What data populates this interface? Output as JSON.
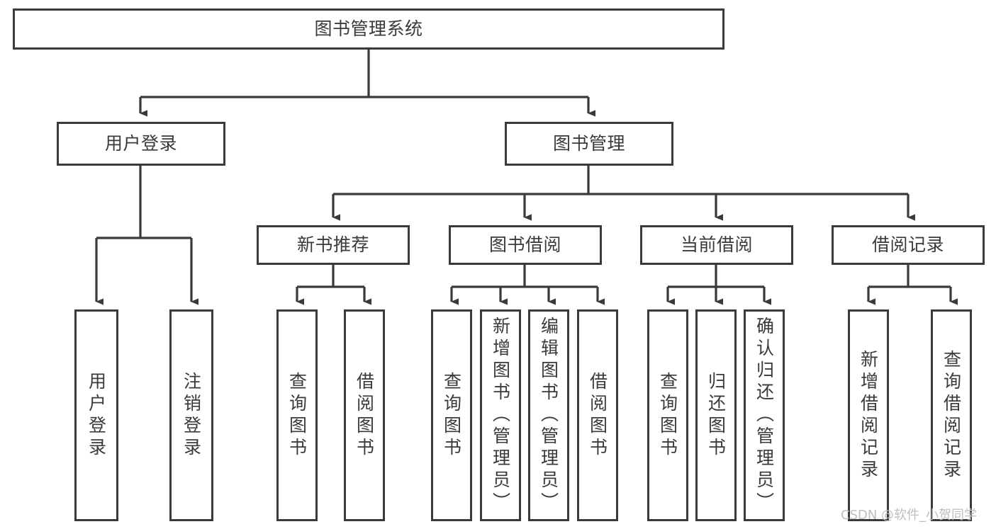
{
  "diagram": {
    "title": "图书管理系统",
    "type": "tree-hierarchy",
    "style": {
      "border_color": "#3a3a3a",
      "box_fill": "#ffffff",
      "text_color": "#3a3a3a",
      "canvas_background": "#ffffff",
      "watermark_color": "#bfbfbf"
    },
    "watermark": "CSDN @软件_小贺同学",
    "root": {
      "label": "图书管理系统"
    },
    "level2": [
      {
        "label": "用户登录"
      },
      {
        "label": "图书管理"
      }
    ],
    "level3": [
      {
        "label": "新书推荐"
      },
      {
        "label": "图书借阅"
      },
      {
        "label": "当前借阅"
      },
      {
        "label": "借阅记录"
      }
    ],
    "leaves": {
      "user_login": [
        {
          "label": "用户登录"
        },
        {
          "label": "注销登录"
        }
      ],
      "new_book_recommend": [
        {
          "label": "查询图书"
        },
        {
          "label": "借阅图书"
        }
      ],
      "book_borrow": [
        {
          "label": "查询图书"
        },
        {
          "label": "新增图书（管理员）"
        },
        {
          "label": "编辑图书（管理员）"
        },
        {
          "label": "借阅图书"
        }
      ],
      "current_borrow": [
        {
          "label": "查询图书"
        },
        {
          "label": "归还图书"
        },
        {
          "label": "确认归还（管理员）"
        }
      ],
      "borrow_record": [
        {
          "label": "新增借阅记录"
        },
        {
          "label": "查询借阅记录"
        }
      ]
    }
  }
}
